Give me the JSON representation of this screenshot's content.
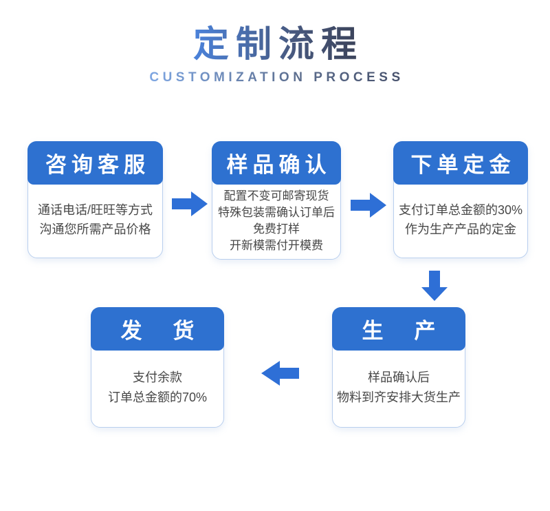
{
  "header": {
    "title": "定制流程",
    "subtitle": "CUSTOMIZATION PROCESS"
  },
  "steps": [
    {
      "title": "咨询客服",
      "lines": [
        "通话电话/旺旺等方式",
        "沟通您所需产品价格"
      ]
    },
    {
      "title": "样品确认",
      "lines": [
        "配置不变可邮寄现货",
        "特殊包装需确认订单后",
        "免费打样",
        "开新模需付开模费"
      ]
    },
    {
      "title": "下单定金",
      "lines": [
        "支付订单总金额的30%",
        "作为生产产品的定金"
      ]
    },
    {
      "title": "生　产",
      "lines": [
        "样品确认后",
        "物料到齐安排大货生产"
      ]
    },
    {
      "title": "发　货",
      "lines": [
        "支付余款",
        "订单总金额的70%"
      ]
    }
  ],
  "colors": {
    "title_gradient_start": "#4b85e1",
    "title_gradient_end": "#3a4157",
    "subtitle_gradient_start": "#7ea7e4",
    "subtitle_gradient_end": "#46506b",
    "step_header_bg": "#2e71d0",
    "step_header_text": "#ffffff",
    "arrow": "#2e6fd6",
    "card_border": "#b9cfee",
    "body_text": "#474747"
  }
}
